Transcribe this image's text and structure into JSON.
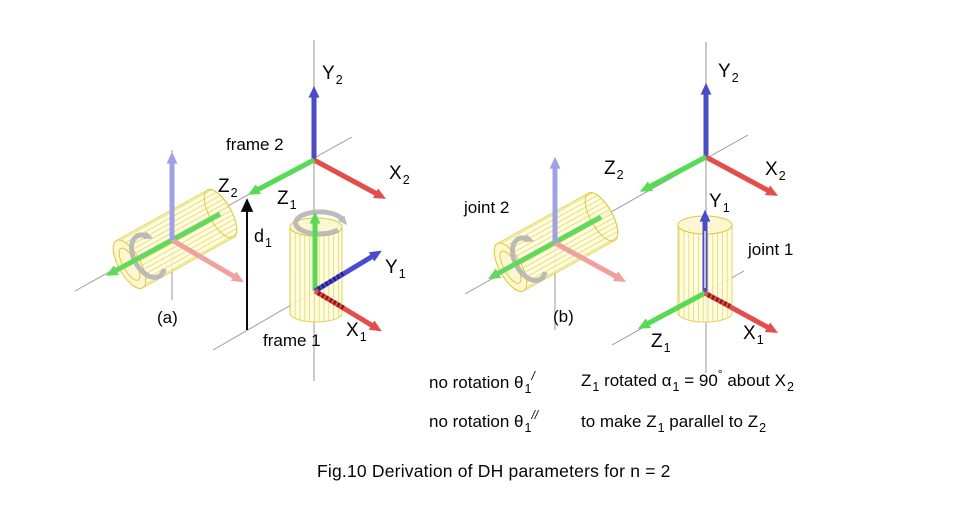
{
  "caption": "Fig.10  Derivation of DH parameters for n = 2",
  "colors": {
    "x_axis": "#e64c49",
    "y_axis": "#4a4ad2",
    "z_axis": "#55dc52",
    "faded_blue": "#9ea0e8",
    "faded_pink": "#f2a09e",
    "faded_green": "#63d95c",
    "dark_blue_hatch": "#23238c",
    "dark_red_hatch": "#8c1a1a",
    "cylinder_fill": "#fffce3",
    "cylinder_face": "#fcf7d0",
    "cylinder_stroke": "#ddcc3a",
    "cylinder_rib": "#e9dc55",
    "guide": "#9a9a9a",
    "rotation_gray": "#b5b5b5",
    "dim_black": "#0a0a0a",
    "label_color": "#050505"
  },
  "figure_a": {
    "tag": "(a)",
    "frame2_label": "frame 2",
    "frame1_label": "frame 1",
    "d_dim": {
      "base": "d",
      "sub": "1"
    },
    "axes": {
      "y2": {
        "base": "Y",
        "sub": "2"
      },
      "x2": {
        "base": "X",
        "sub": "2"
      },
      "z2": {
        "base": "Z",
        "sub": "2"
      },
      "z1": {
        "base": "Z",
        "sub": "1"
      },
      "y1": {
        "base": "Y",
        "sub": "1"
      },
      "x1": {
        "base": "X",
        "sub": "1"
      }
    }
  },
  "figure_b": {
    "tag": "(b)",
    "joint2_label": "joint 2",
    "joint1_label": "joint 1",
    "axes": {
      "y2": {
        "base": "Y",
        "sub": "2"
      },
      "x2": {
        "base": "X",
        "sub": "2"
      },
      "z2": {
        "base": "Z",
        "sub": "2"
      },
      "y1": {
        "base": "Y",
        "sub": "1"
      },
      "z1": {
        "base": "Z",
        "sub": "1"
      },
      "x1": {
        "base": "X",
        "sub": "1"
      }
    }
  },
  "notes": {
    "a1": {
      "text": "no rotation θ",
      "sub": "1",
      "sup": "/"
    },
    "a2": {
      "text": "no rotation θ",
      "sub": "1",
      "sup": "//"
    },
    "b1": [
      {
        "t": "Z"
      },
      {
        "sub": "1"
      },
      {
        "t": " rotated α"
      },
      {
        "sub": "1"
      },
      {
        "t": " = 90"
      },
      {
        "sup": "°"
      },
      {
        "t": " about X"
      },
      {
        "sub": "2"
      }
    ],
    "b2": [
      {
        "t": "to make Z"
      },
      {
        "sub": "1"
      },
      {
        "t": " parallel to Z"
      },
      {
        "sub": "2"
      }
    ]
  }
}
